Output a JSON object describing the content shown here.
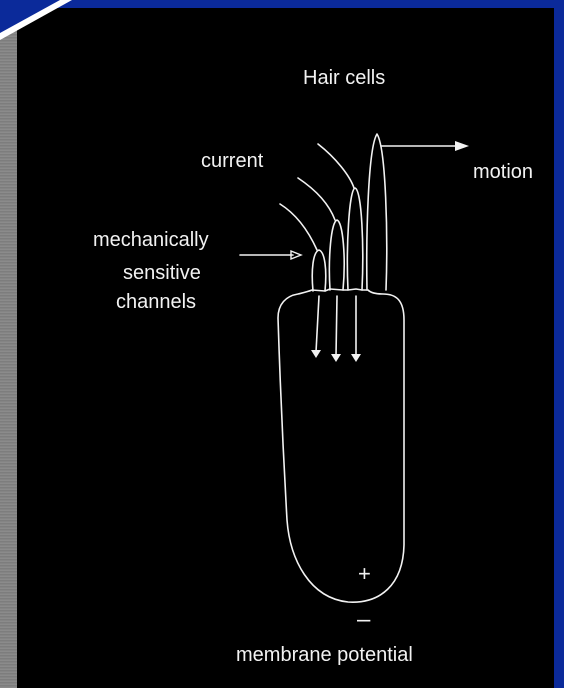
{
  "diagram": {
    "title": "Hair cells",
    "labels": {
      "current": "current",
      "motion": "motion",
      "channels_line1": "mechanically",
      "channels_line2": "sensitive",
      "channels_line3": "channels",
      "plus": "+",
      "minus": "–",
      "membrane": "membrane potential"
    }
  },
  "colors": {
    "background": "#000000",
    "frame": "#0b2a9a",
    "stroke": "#f2f2f2"
  }
}
